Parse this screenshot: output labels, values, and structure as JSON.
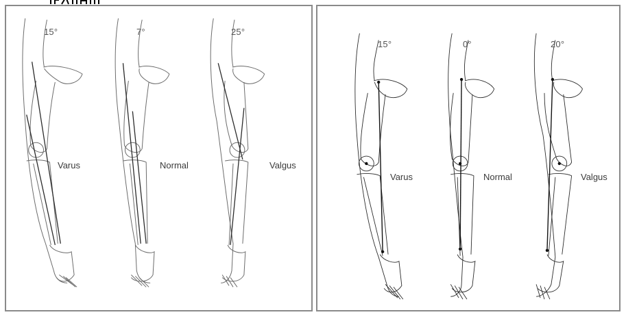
{
  "panels": [
    {
      "legs": [
        {
          "angle": "15°",
          "label": "Varus"
        },
        {
          "angle": "7°",
          "label": "Normal"
        },
        {
          "angle": "25°",
          "label": "Valgus"
        }
      ]
    },
    {
      "legs": [
        {
          "angle": "15°",
          "label": "Varus"
        },
        {
          "angle": "0°",
          "label": "Normal"
        },
        {
          "angle": "20°",
          "label": "Valgus"
        }
      ]
    }
  ]
}
